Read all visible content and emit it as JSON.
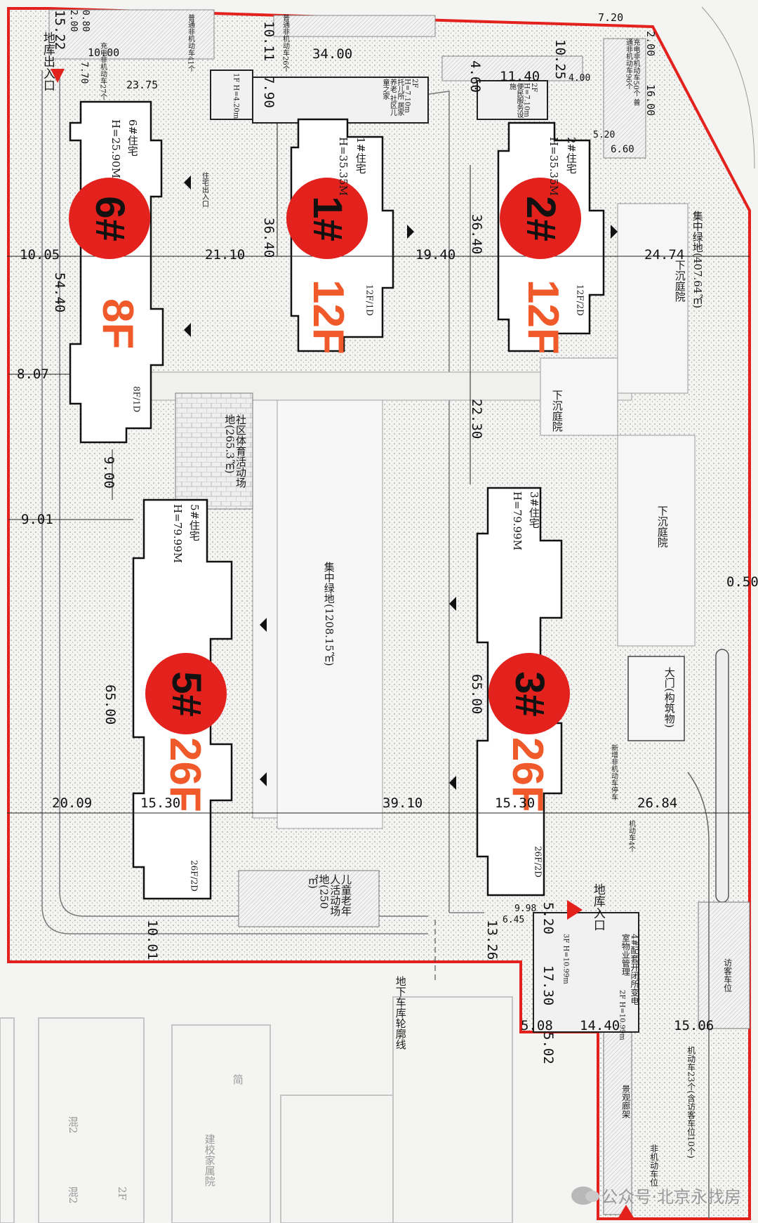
{
  "colors": {
    "site_boundary": "#e3211d",
    "building_badge": "#e3211d",
    "floor_text": "#f0592a"
  },
  "buildings": [
    {
      "badge": "6#",
      "floors": "8F",
      "name": "6#住宅",
      "height": "H=25.90M",
      "tag": "8F/1D"
    },
    {
      "badge": "1#",
      "floors": "12F",
      "name": "1#住宅",
      "height": "H=35.35M",
      "tag": "12F/1D"
    },
    {
      "badge": "2#",
      "floors": "12F",
      "name": "2#住宅",
      "height": "H=35.35M",
      "tag": "12F/2D"
    },
    {
      "badge": "5#",
      "floors": "26F",
      "name": "5#住宅",
      "height": "H=79.99M",
      "tag": "26F/2D"
    },
    {
      "badge": "3#",
      "floors": "26F",
      "name": "3#住宅",
      "height": "H=79.99M",
      "tag": "26F/2D"
    }
  ],
  "labels": {
    "green_top": "集中绿地(407.64㎡)",
    "sunken_top": "下沉庭院",
    "sunken_mid": "下沉庭院",
    "sunken_right": "下沉庭院",
    "sports": "社区体育活动场地(265.3㎡)",
    "green_central": "集中绿地(1208.15㎡)",
    "children": "儿童老年人活动场地(250㎡)",
    "gate": "大门(构筑物)",
    "garage_ramp": "地下车库轮廓线",
    "entrance_garage_top": "地库出入口",
    "entrance_garage_bottom": "地库入口",
    "visitor_parking": "访客车位",
    "motor_parking": "机动车23个(含访客车位10个)",
    "nonmotor_bottom": "非机动车位",
    "landscape": "景观廊架",
    "service_4": "4#配套开闭所变电室物业管理",
    "service_4_h": "3F H=10.99m",
    "service_4_b": "2F H=10.99m",
    "service_1f": "1F H=4.20m",
    "service_2f": "2F H=7.10m 托儿所 居家养老 社区儿童之家",
    "service_2f_right": "2F H=7.10m 便民服务设施",
    "residential_entry": "住宅出入口",
    "motor_lot": "机动车4个",
    "bike_top_left": "普通非机动车41个",
    "bike_top_left2": "充电非机动车27个",
    "bike_top_mid": "普通非机动车26个",
    "bike_top_right": "充电非机动车50个 普通非机动车96个",
    "bike_right_side": "新增非机动车停车",
    "school": "建校家属院",
    "simple1": "简",
    "mixed1": "混2",
    "mixed2": "混2",
    "two_f": "2F"
  },
  "dimensions": [
    "15.22",
    "2.00",
    "0.80",
    "10.00",
    "7.70",
    "23.75",
    "10.11",
    "7.90",
    "34.00",
    "4.60",
    "11.40",
    "10.25",
    "7.20",
    "2.00",
    "16.00",
    "4.00",
    "5.20",
    "6.60",
    "10.05",
    "21.10",
    "36.40",
    "19.40",
    "36.40",
    "24.74",
    "54.40",
    "8.07",
    "22.30",
    "9.00",
    "9.01",
    "0.50",
    "65.00",
    "65.00",
    "20.09",
    "15.30",
    "39.10",
    "15.30",
    "26.84",
    "9.98",
    "6.45",
    "5.20",
    "13.26",
    "10.01",
    "17.30",
    "5.08",
    "14.40",
    "15.06",
    "5.02"
  ],
  "watermark": "公众号·北京永找房"
}
